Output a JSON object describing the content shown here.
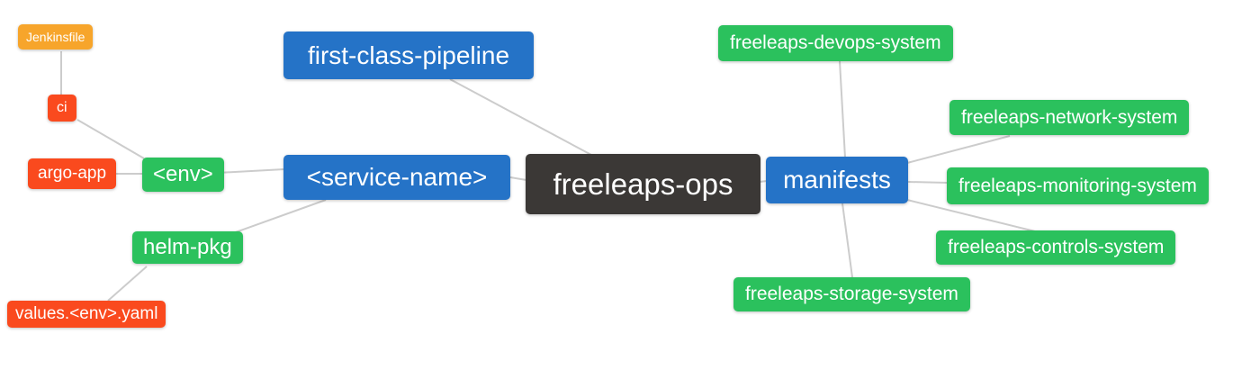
{
  "diagram": {
    "root": {
      "label": "freeleaps-ops"
    },
    "nodes": {
      "first_class_pipeline": {
        "label": "first-class-pipeline"
      },
      "service_name": {
        "label": "<service-name>"
      },
      "manifests": {
        "label": "manifests"
      },
      "env": {
        "label": "<env>"
      },
      "helm_pkg": {
        "label": "helm-pkg"
      },
      "ci": {
        "label": "ci"
      },
      "jenkinsfile": {
        "label": "Jenkinsfile"
      },
      "argo_app": {
        "label": "argo-app"
      },
      "values_env_yaml": {
        "label": "values.<env>.yaml"
      },
      "devops_system": {
        "label": "freeleaps-devops-system"
      },
      "network_system": {
        "label": "freeleaps-network-system"
      },
      "monitoring_system": {
        "label": "freeleaps-monitoring-system"
      },
      "controls_system": {
        "label": "freeleaps-controls-system"
      },
      "storage_system": {
        "label": "freeleaps-storage-system"
      }
    },
    "edges": [
      {
        "from": "jenkinsfile",
        "to": "ci"
      },
      {
        "from": "ci",
        "to": "env"
      },
      {
        "from": "argo_app",
        "to": "env"
      },
      {
        "from": "env",
        "to": "service_name"
      },
      {
        "from": "helm_pkg",
        "to": "service_name"
      },
      {
        "from": "values_env_yaml",
        "to": "helm_pkg"
      },
      {
        "from": "first_class_pipeline",
        "to": "freeleaps_ops"
      },
      {
        "from": "service_name",
        "to": "freeleaps_ops"
      },
      {
        "from": "freeleaps_ops",
        "to": "manifests"
      },
      {
        "from": "manifests",
        "to": "devops_system"
      },
      {
        "from": "manifests",
        "to": "network_system"
      },
      {
        "from": "manifests",
        "to": "monitoring_system"
      },
      {
        "from": "manifests",
        "to": "controls_system"
      },
      {
        "from": "manifests",
        "to": "storage_system"
      }
    ],
    "colors": {
      "root": "#3b3836",
      "branch_blue": "#2573c7",
      "leaf_green": "#2bc15d",
      "leaf_red": "#fa4a1e",
      "leaf_orange": "#f7a52b",
      "connector": "#cccccc",
      "text": "#ffffff"
    }
  }
}
